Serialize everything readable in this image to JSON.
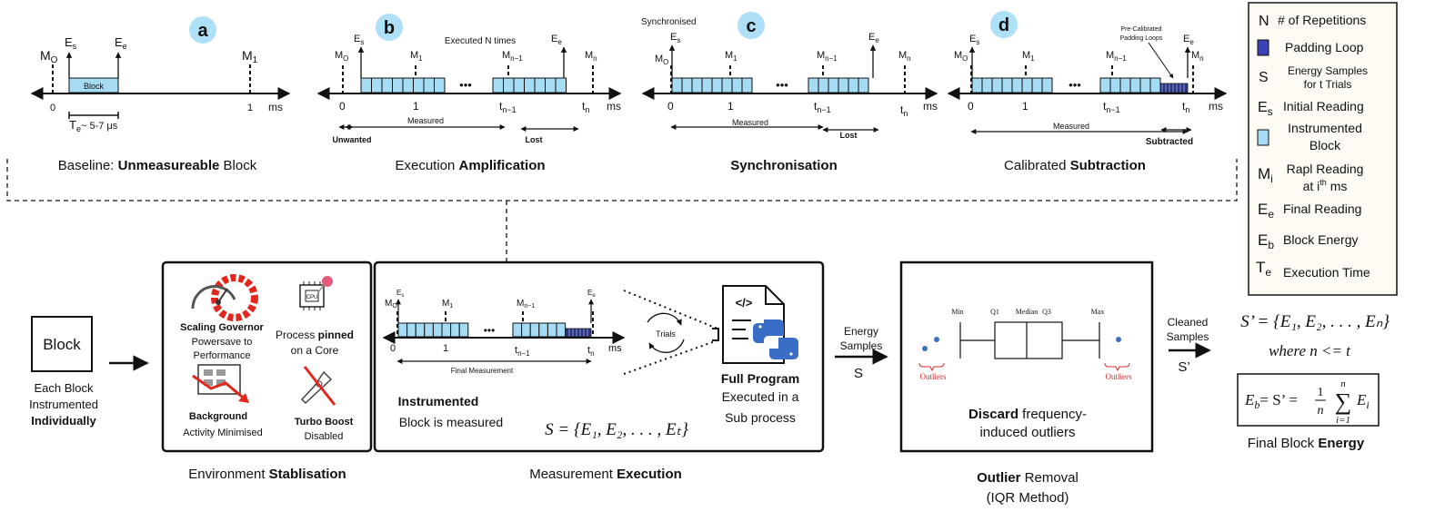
{
  "top_panels": {
    "a": {
      "badge": "a",
      "caption_plain": "Baseline: ",
      "caption_bold": "Unmeasureable",
      "caption_tail": " Block",
      "m0": "M",
      "m0_sub": "O",
      "m1": "M",
      "m1_sub": "1",
      "es": "E",
      "es_sub": "s",
      "ee": "E",
      "ee_sub": "e",
      "block": "Block",
      "tick0": "0",
      "tick1": "1",
      "unit": "ms",
      "te": "T",
      "te_sub": "e",
      "te_val": "~ 5-7 μs"
    },
    "b": {
      "badge": "b",
      "caption_plain": "Execution ",
      "caption_bold": "Amplification",
      "note": "Executed N times",
      "m0": "M",
      "m0_sub": "O",
      "m1": "M",
      "m1_sub": "1",
      "mn1": "M",
      "mn1_sub": "n−1",
      "mn": "M",
      "mn_sub": "n",
      "es": "E",
      "es_sub": "s",
      "ee": "E",
      "ee_sub": "e",
      "tick0": "0",
      "tick1": "1",
      "tn1": "t",
      "tn1_sub": "n−1",
      "tn": "t",
      "tn_sub": "n",
      "unit": "ms",
      "dots": "•••",
      "unwanted": "Unwanted",
      "measured": "Measured",
      "lost": "Lost"
    },
    "c": {
      "badge": "c",
      "caption_bold": "Synchronisation",
      "note": "Synchronised",
      "m0": "M",
      "m0_sub": "O",
      "m1": "M",
      "m1_sub": "1",
      "mn1": "M",
      "mn1_sub": "n−1",
      "mn": "M",
      "mn_sub": "n",
      "es": "E",
      "es_sub": "s",
      "ee": "E",
      "ee_sub": "e",
      "tick0": "0",
      "tick1": "1",
      "tn1": "t",
      "tn1_sub": "n−1",
      "tn": "t",
      "tn_sub": "n",
      "unit": "ms",
      "dots": "•••",
      "measured": "Measured",
      "lost": "Lost"
    },
    "d": {
      "badge": "d",
      "caption_plain": "Calibrated ",
      "caption_bold": "Subtraction",
      "note1": "Pre-Calibrated",
      "note2": "Padding Loops",
      "m0": "M",
      "m0_sub": "O",
      "m1": "M",
      "m1_sub": "1",
      "mn1": "M",
      "mn1_sub": "n−1",
      "mn": "M",
      "mn_sub": "n",
      "es": "E",
      "es_sub": "s",
      "ee": "E",
      "ee_sub": "e",
      "tick0": "0",
      "tick1": "1",
      "tn1": "t",
      "tn1_sub": "n−1",
      "tn": "t",
      "tn_sub": "n",
      "unit": "ms",
      "dots": "•••",
      "measured": "Measured",
      "subtracted": "Subtracted"
    }
  },
  "legend": {
    "n_sym": "N",
    "n_text": "# of Repetitions",
    "pad_text": "Padding Loop",
    "s_sym": "S",
    "s_text1": "Energy Samples",
    "s_text2": "for t Trials",
    "es_sym": "E",
    "es_sub": "s",
    "es_text": "Initial Reading",
    "ib_text1": "Instrumented",
    "ib_text2": "Block",
    "mi_sym": "M",
    "mi_sub": "i",
    "mi_text1": "Rapl Reading",
    "mi_text2a": "at  i",
    "mi_text2sup": "th",
    "mi_text2b": " ms",
    "ee_sym": "E",
    "ee_sub": "e",
    "ee_text": "Final Reading",
    "eb_sym": "E",
    "eb_sub": "b",
    "eb_text": "Block Energy",
    "te_sym": "T",
    "te_sub": "e",
    "te_text": "Execution Time"
  },
  "pipeline": {
    "block": {
      "label": "Block",
      "cap1": "Each Block",
      "cap2": "Instrumented",
      "cap3": "Individually"
    },
    "env": {
      "title_plain": "Environment ",
      "title_bold": "Stablisation",
      "gov1": "Scaling Governor",
      "gov2": "Powersave to",
      "gov3": "Performance",
      "pin_a": "Process ",
      "pin_b": "pinned",
      "pin2": "on a Core",
      "cpu": "CPU",
      "bg1": "Background",
      "bg2": "Activity Minimised",
      "tb1": "Turbo Boost",
      "tb2": "Disabled"
    },
    "exec": {
      "title_plain": "Measurement ",
      "title_bold": "Execution",
      "m0": "M",
      "m0_sub": "O",
      "m1": "M",
      "m1_sub": "1",
      "mn1": "M",
      "mn1_sub": "n−1",
      "es": "E",
      "es_sub": "s",
      "ee": "E",
      "ee_sub": "e",
      "tick0": "0",
      "tick1": "1",
      "tn1": "t",
      "tn1_sub": "n−1",
      "tn": "t",
      "tn_sub": "n",
      "unit": "ms",
      "dots": "•••",
      "final_meas": "Final Measurement",
      "trials": "Trials",
      "inst1": "Instrumented",
      "inst2": "Block is measured",
      "prog1": "Full Program",
      "prog2": "Executed in a",
      "prog3": "Sub process",
      "s_formula": "S = {E₁, E₂, . . . , Eₜ}"
    },
    "energy": {
      "l1": "Energy",
      "l2": "Samples",
      "l3": "S"
    },
    "outlier": {
      "title_bold": "Outlier",
      "title_plain": " Removal",
      "method": "(IQR Method)",
      "min": "Min",
      "q1": "Q1",
      "median": "Median",
      "q3": "Q3",
      "max": "Max",
      "outliers": "Outliers",
      "d1": "Discard",
      "d1b": " frequency-",
      "d2": "induced outliers"
    },
    "cleaned": {
      "l1": "Cleaned",
      "l2": "Samples",
      "l3": "S’"
    },
    "result": {
      "sprime": "S’ = {E₁, E₂, . . . , Eₙ}",
      "where": "where n <= t",
      "eb": "E",
      "eb_sub": "b",
      "eq_rest": "= S’ =",
      "one": "1",
      "n": "n",
      "sum_top": "n",
      "sum_bot": "i=1",
      "sum": "∑",
      "ei": "E",
      "ei_sub": "i",
      "caption_plain": "Final Block ",
      "caption_bold": "Energy"
    }
  }
}
